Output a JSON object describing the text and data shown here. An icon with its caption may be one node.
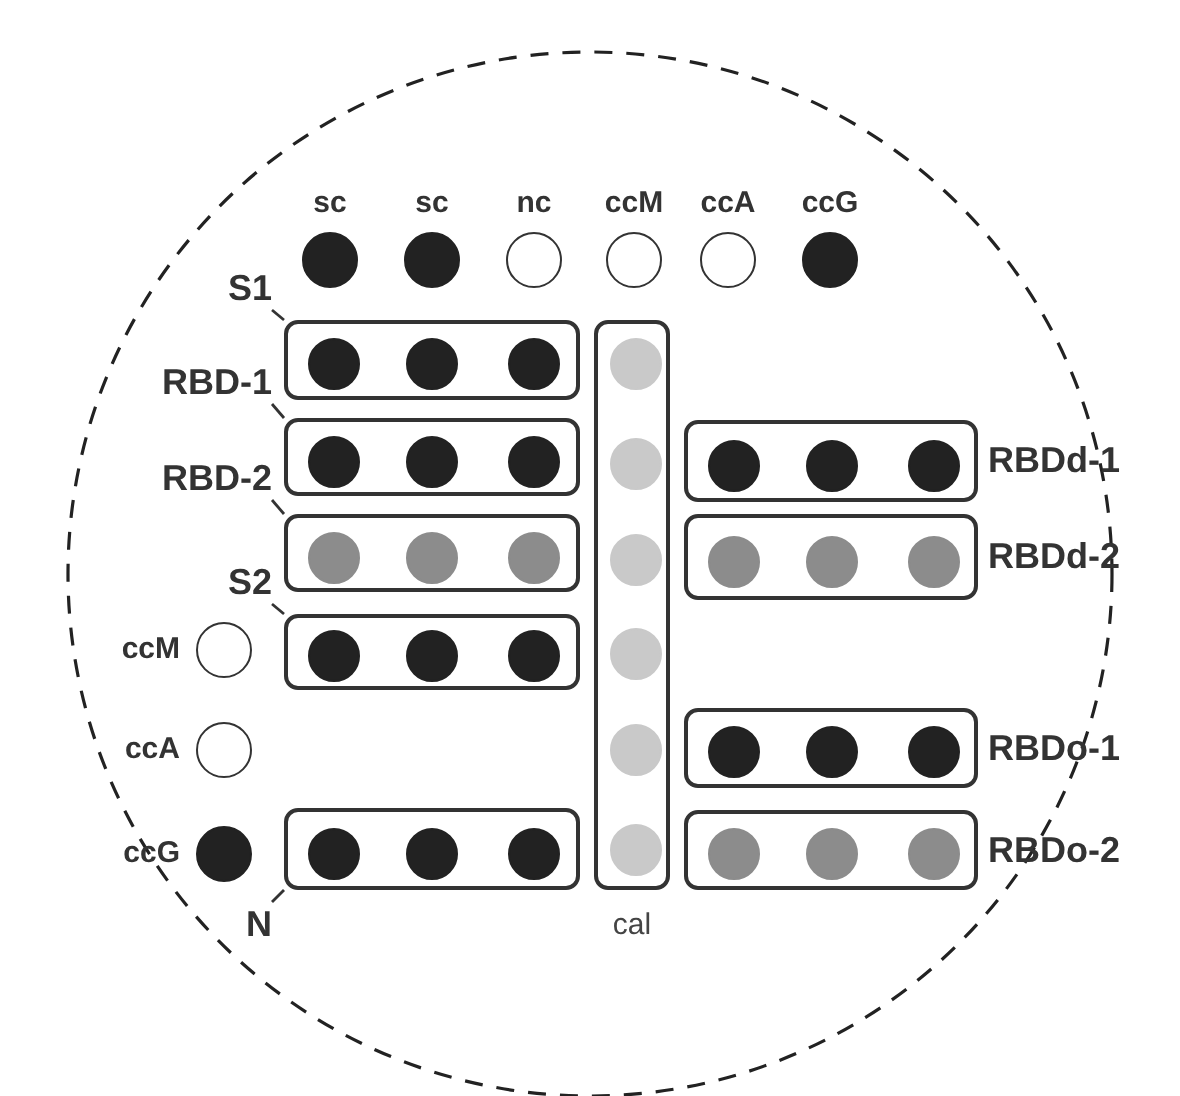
{
  "diagram": {
    "nodes": [
      {
        "text": [
          "S1"
        ]
      },
      {
        "text": [],
        "shape": "box"
      },
      {
        "text": [
          "RBD-1"
        ]
      },
      {
        "text": [],
        "shape": "box"
      },
      {
        "text": [
          "RBD-2"
        ]
      },
      {
        "text": [],
        "shape": "box"
      },
      {
        "text": [
          "S2"
        ]
      },
      {
        "text": [],
        "shape": "box"
      },
      {
        "text": [
          "N"
        ]
      },
      {
        "text": [],
        "shape": "box"
      },
      {
        "text": [],
        "shape": "box",
        "beside": [
          "cal"
        ]
      },
      {
        "text": [],
        "shape": "box",
        "beside": [
          "RBDd-1"
        ]
      },
      {
        "text": [],
        "shape": "box",
        "beside": [
          "RBDd-2"
        ]
      },
      {
        "text": [],
        "shape": "box",
        "beside": [
          "RBDo-1"
        ]
      },
      {
        "text": [],
        "shape": "box",
        "beside": [
          "RBDo-2"
        ]
      }
    ],
    "edges": [
      {
        "from": 0,
        "to": 1,
        "arrow": "none"
      },
      {
        "from": 2,
        "to": 3,
        "arrow": "none"
      },
      {
        "from": 4,
        "to": 5,
        "arrow": "none"
      },
      {
        "from": 6,
        "to": 7,
        "arrow": "none"
      },
      {
        "from": 8,
        "to": 9,
        "arrow": "none"
      }
    ],
    "labels": [
      "sc",
      "sc",
      "nc",
      "ccM",
      "ccA",
      "ccG",
      "ccM",
      "ccA",
      "ccG"
    ]
  }
}
